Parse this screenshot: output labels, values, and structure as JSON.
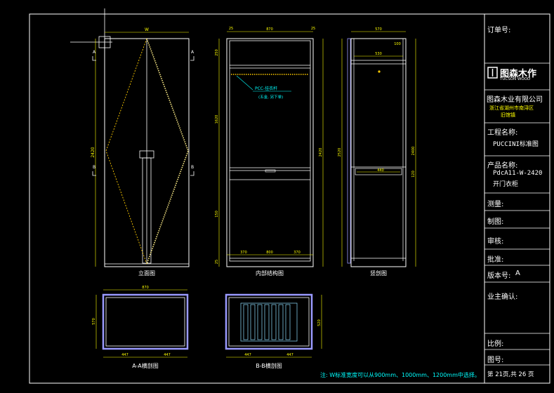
{
  "title_block": {
    "order_no_label": "订单号:",
    "brand_cn": "图森木作",
    "brand_en": "TUCSON WOOD",
    "company": "图森木业有限公司",
    "address_line1": "浙江省湖州市南浔区",
    "address_line2": "旧馆镇",
    "project_label": "工程名称:",
    "project_value": "PUCCINI标准图",
    "product_label": "产品名称:",
    "product_value1": "PdcA11-W-2420",
    "product_value2": "开门衣柜",
    "drawn_label": "测量:",
    "made_label": "制图:",
    "review_label": "审核:",
    "approve_label": "批准:",
    "version_label": "版本号:",
    "version_value": "A",
    "owner_label": "业主确认:",
    "scale_label": "比例:",
    "drawing_no_label": "图号:",
    "page_text": "第 21页,共 26 页"
  },
  "views": {
    "front": {
      "caption": "立面图",
      "width_dim": "W",
      "height_dim": "2420",
      "section_a": "A",
      "section_b": "B"
    },
    "internal": {
      "caption": "内部结构图",
      "top_dims": [
        "25",
        "870",
        "25"
      ],
      "bottom_dims": [
        "370",
        "800",
        "370"
      ],
      "left_dims": [
        "250",
        "1620",
        "150",
        "25"
      ],
      "right_dim": "2420",
      "rod_label": "PCC-挂衣杆",
      "rod_note": "(五金, 另下单)"
    },
    "side": {
      "caption": "竖剖图",
      "top_dim": "570",
      "shelf_dim": "530",
      "small_dim": "100",
      "drawer_dim": "440",
      "left_dim": "2520",
      "right_dims": [
        "2400",
        "120"
      ]
    },
    "section_a": {
      "caption": "A-A横剖图",
      "width_dim": "870",
      "depth_dim": "570",
      "bottom_dims": [
        "447",
        "447"
      ]
    },
    "section_b": {
      "caption": "B-B横剖图",
      "depth_dim": "520",
      "bottom_dims": [
        "447",
        "447"
      ]
    }
  },
  "note": "注: W标准宽度可以从900mm、1000mm、1200mm中选择。",
  "colors": {
    "line": "#ffffff",
    "dim": "#ffff00",
    "dim_text": "#ffff00",
    "detail": "#9f9fff",
    "panel": "#9a9aff",
    "hatch": "#8fe0ff",
    "note": "#00ffff",
    "accent": "#ffcc00"
  }
}
